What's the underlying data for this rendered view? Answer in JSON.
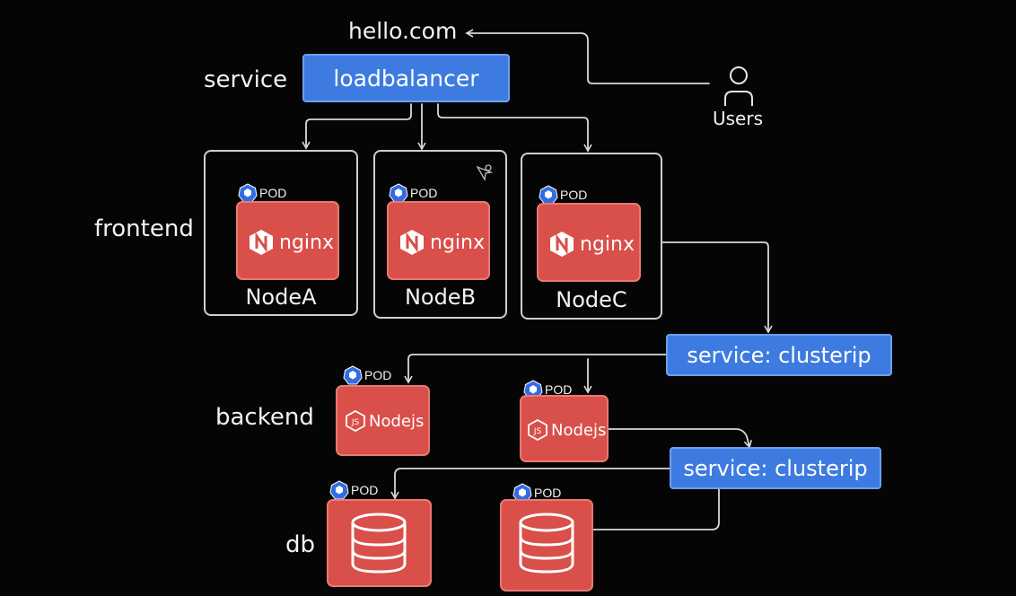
{
  "labels": {
    "domain": "hello.com",
    "service": "service",
    "frontend": "frontend",
    "backend": "backend",
    "db": "db",
    "users": "Users"
  },
  "loadbalancer": "loadbalancer",
  "clusterip_services": [
    "service: clusterip",
    "service: clusterip"
  ],
  "pod_tag": "POD",
  "nginx_label": "nginx",
  "nodejs_label": "Nodejs",
  "nodes": [
    "NodeA",
    "NodeB",
    "NodeC"
  ],
  "colors": {
    "service_blue": "#3d7be0",
    "pod_red": "#d94f4a",
    "k8s_blue": "#326ce5",
    "wire": "#d9d9d9"
  }
}
